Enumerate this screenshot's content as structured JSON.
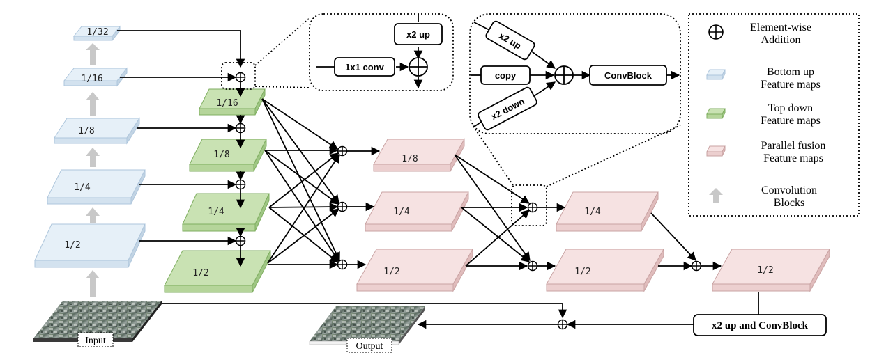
{
  "colors": {
    "bottom_up": "#e6f0f8",
    "bottom_up_edge": "#aec6dc",
    "top_down": "#c9e2b3",
    "top_down_edge": "#7fae60",
    "parallel": "#f6e2e2",
    "parallel_edge": "#c9a3a3",
    "conv_arrow": "#c8c8c8"
  },
  "bottom_up": {
    "l32": "1/32",
    "l16": "1/16",
    "l8": "1/8",
    "l4": "1/4",
    "l2": "1/2"
  },
  "top_down": {
    "l16": "1/16",
    "l8": "1/8",
    "l4": "1/4",
    "l2": "1/2"
  },
  "parallel1": {
    "l8": "1/8",
    "l4": "1/4",
    "l2": "1/2"
  },
  "parallel2": {
    "l4": "1/4",
    "l2": "1/2"
  },
  "final": {
    "l2": "1/2"
  },
  "inset_topdown": {
    "up": "x2 up",
    "conv": "1x1 conv"
  },
  "inset_fusion": {
    "up": "x2 up",
    "copy": "copy",
    "down": "x2 down",
    "convblock": "ConvBlock"
  },
  "legend": {
    "addition": [
      "Element-wise",
      "Addition"
    ],
    "bottom_up": [
      "Bottom up",
      "Feature maps"
    ],
    "top_down": [
      "Top down",
      "Feature maps"
    ],
    "parallel": [
      "Parallel fusion",
      "Feature maps"
    ],
    "conv": [
      "Convolution",
      "Blocks"
    ]
  },
  "upblock": "x2 up and ConvBlock",
  "input_label": "Input",
  "output_label": "Output"
}
